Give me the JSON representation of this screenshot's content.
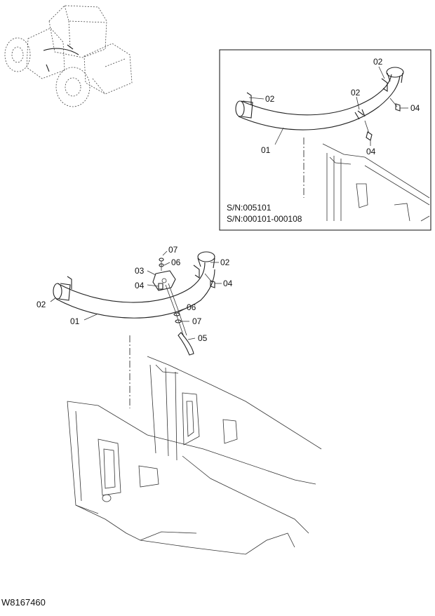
{
  "drawing_number": "W8167460",
  "inset": {
    "serial_lines": [
      "S/N:005101",
      "S/N:000101-000108"
    ],
    "callouts": [
      "02",
      "02",
      "02",
      "04",
      "04",
      "01"
    ]
  },
  "main": {
    "callouts": [
      "07",
      "06",
      "03",
      "04",
      "02",
      "04",
      "02",
      "06",
      "01",
      "07",
      "05"
    ]
  }
}
